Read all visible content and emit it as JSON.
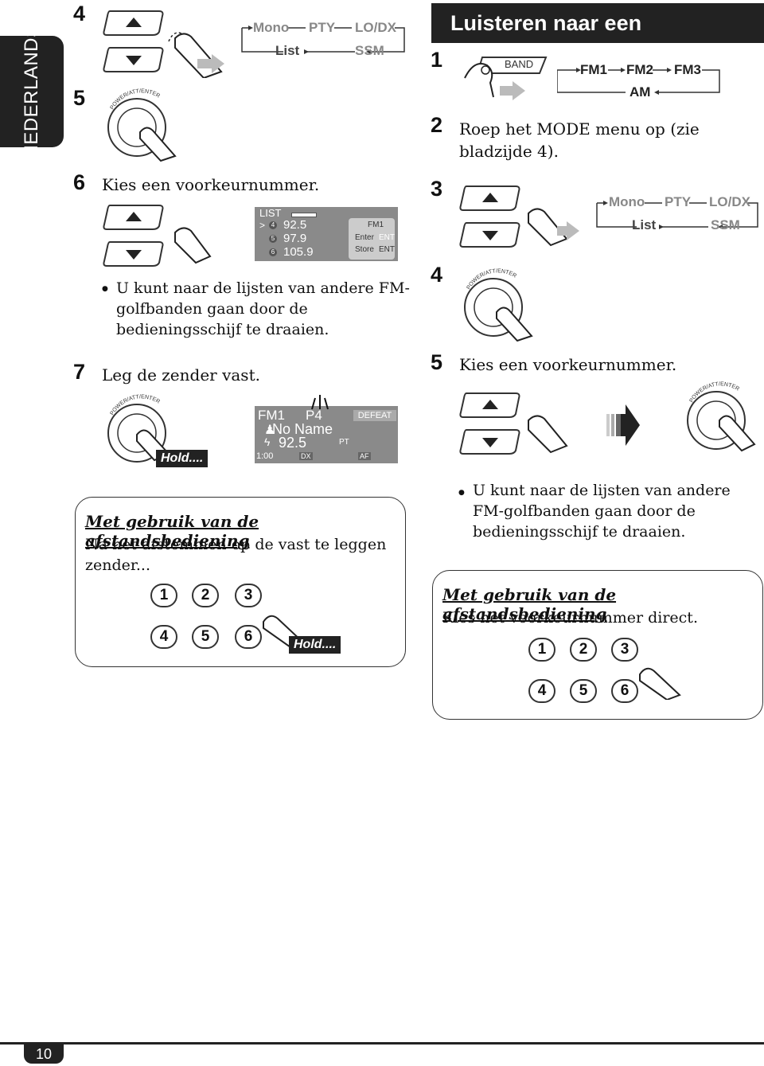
{
  "side_tab": "NEDERLANDS",
  "page_number": "10",
  "mode_chain": {
    "mono": "Mono",
    "pty": "PTY",
    "lodx": "LO/DX",
    "list": "List",
    "ssm": "SSM"
  },
  "knob_label": "POWER/ATT/ENTER",
  "hold_label": "Hold....",
  "left": {
    "step4": "4",
    "step5": "5",
    "step6_num": "6",
    "step6_text": "Kies een voorkeurnummer.",
    "list_display": {
      "title": "LIST",
      "rows": [
        {
          "num": "4",
          "freq": "92.5"
        },
        {
          "num": "5",
          "freq": "97.9"
        },
        {
          "num": "6",
          "freq": "105.9"
        }
      ],
      "band": "FM1",
      "enter": "Enter",
      "store": "Store",
      "ent": "ENT"
    },
    "bullet": "U kunt naar de lijsten van andere FM-golfbanden gaan door de bedieningsschijf te draaien.",
    "step7_num": "7",
    "step7_text": "Leg de zender vast.",
    "main_display": {
      "band": "FM1",
      "preset": "P4",
      "defeat": "DEFEAT",
      "name": "No Name",
      "freq": "92.5",
      "pt": "PT",
      "time": "1:00",
      "dx": "DX",
      "af": "AF"
    },
    "remote": {
      "title": "Met gebruik van de afstandsbediening",
      "text": "Na het afstemmen op de vast te leggen zender...",
      "keys": [
        "1",
        "2",
        "3",
        "4",
        "5",
        "6"
      ]
    }
  },
  "right": {
    "heading": "Luisteren naar een voorkeurzender",
    "step1": "1",
    "band_button": "BAND",
    "band_chain": {
      "fm1": "FM1",
      "fm2": "FM2",
      "fm3": "FM3",
      "am": "AM"
    },
    "step2_num": "2",
    "step2_text": "Roep het MODE menu op (zie bladzijde 4).",
    "step3": "3",
    "step4": "4",
    "step5_num": "5",
    "step5_text": "Kies een voorkeurnummer.",
    "bullet": "U kunt naar de lijsten van andere FM-golfbanden gaan door de bedieningsschijf te draaien.",
    "remote": {
      "title": "Met gebruik van de afstandsbediening",
      "text": "Kies het voorkeurnummer direct.",
      "keys": [
        "1",
        "2",
        "3",
        "4",
        "5",
        "6"
      ]
    }
  }
}
